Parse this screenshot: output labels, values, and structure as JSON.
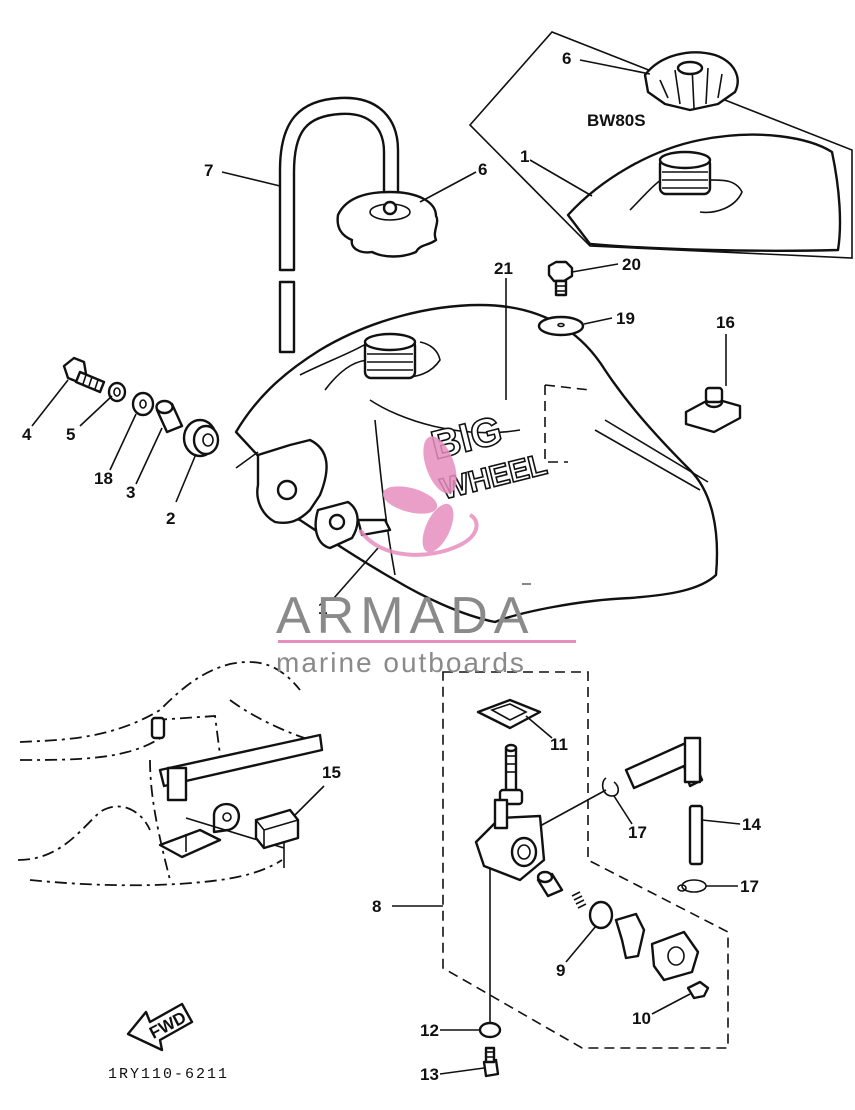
{
  "diagram": {
    "inset_label": "BW80S",
    "drawing_code": "1RY110-6211",
    "fwd_label": "FWD",
    "decal_line1": "BIG",
    "decal_line2": "WHEEL",
    "parts": [
      {
        "id": "p6a",
        "num": "6"
      },
      {
        "id": "p1a",
        "num": "1"
      },
      {
        "id": "p7",
        "num": "7"
      },
      {
        "id": "p6b",
        "num": "6"
      },
      {
        "id": "p21",
        "num": "21"
      },
      {
        "id": "p20",
        "num": "20"
      },
      {
        "id": "p19",
        "num": "19"
      },
      {
        "id": "p16",
        "num": "16"
      },
      {
        "id": "p4",
        "num": "4"
      },
      {
        "id": "p5",
        "num": "5"
      },
      {
        "id": "p18",
        "num": "18"
      },
      {
        "id": "p3",
        "num": "3"
      },
      {
        "id": "p2",
        "num": "2"
      },
      {
        "id": "p1b",
        "num": "1"
      },
      {
        "id": "p11",
        "num": "11"
      },
      {
        "id": "p15",
        "num": "15"
      },
      {
        "id": "p17a",
        "num": "17"
      },
      {
        "id": "p14",
        "num": "14"
      },
      {
        "id": "p17b",
        "num": "17"
      },
      {
        "id": "p8",
        "num": "8"
      },
      {
        "id": "p9",
        "num": "9"
      },
      {
        "id": "p10",
        "num": "10"
      },
      {
        "id": "p12",
        "num": "12"
      },
      {
        "id": "p13",
        "num": "13"
      }
    ]
  },
  "watermark": {
    "title": "ARMADA",
    "subtitle": "marine outboards",
    "gray": "#8a8a8a",
    "pink": "#e68fbf"
  }
}
